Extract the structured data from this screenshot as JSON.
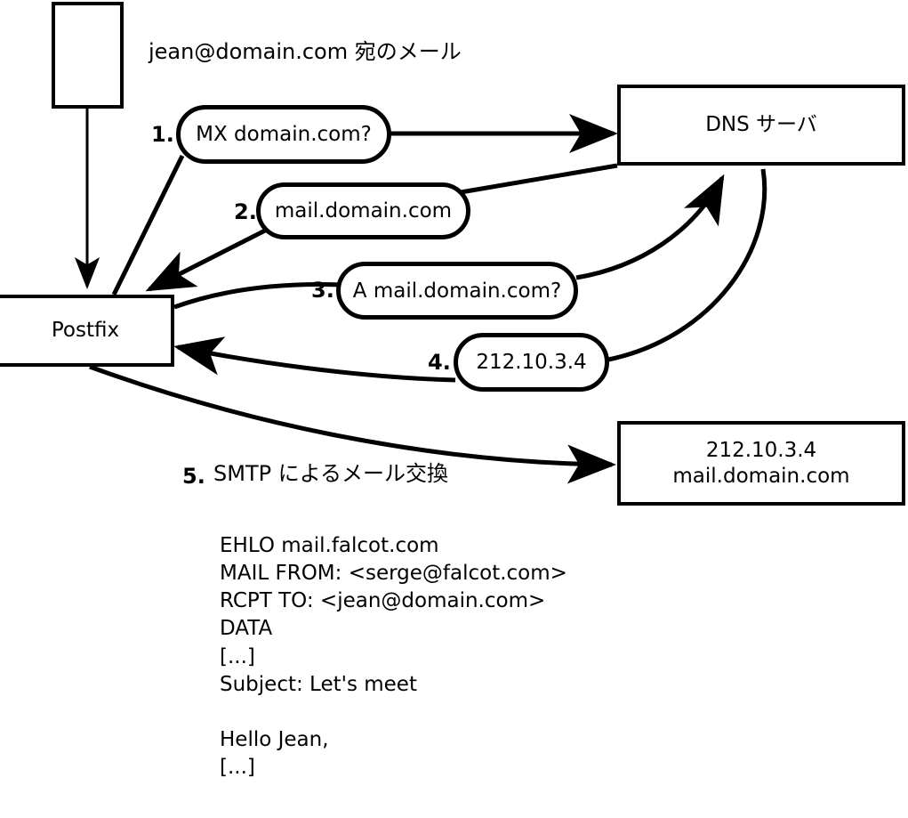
{
  "diagram": {
    "title_text": "jean@domain.com 宛のメール",
    "nodes": {
      "sender": {
        "label": ""
      },
      "postfix": {
        "label": "Postfix"
      },
      "dns_server": {
        "label": "DNS サーバ"
      },
      "mail_server_line1": "212.10.3.4",
      "mail_server_line2": "mail.domain.com"
    },
    "steps": [
      {
        "number": "1.",
        "label": "MX domain.com?"
      },
      {
        "number": "2.",
        "label": "mail.domain.com"
      },
      {
        "number": "3.",
        "label": "A mail.domain.com?"
      },
      {
        "number": "4.",
        "label": "212.10.3.4"
      },
      {
        "number": "5.",
        "label": "SMTP によるメール交換"
      }
    ],
    "smtp_transcript": "EHLO mail.falcot.com\nMAIL FROM: <serge@falcot.com>\nRCPT TO: <jean@domain.com>\nDATA\n[...]\nSubject: Let's meet\n\nHello Jean,\n[...]",
    "transcript_trailing": ".",
    "colors": {
      "stroke": "#000000",
      "background": "#ffffff"
    }
  }
}
